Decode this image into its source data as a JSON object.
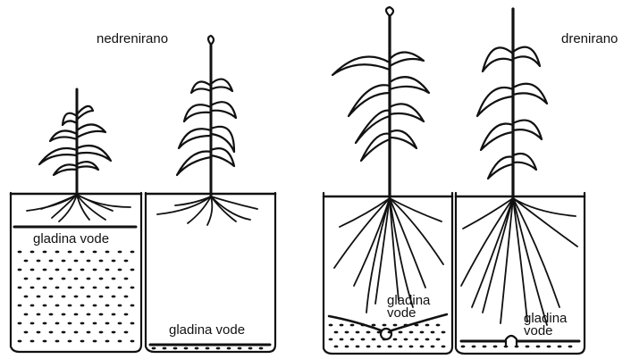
{
  "labels": {
    "undrained": "nedrenirano",
    "drained": "drenirano",
    "water_level": "gladina vode",
    "water_level_split": [
      "gladina",
      "vode"
    ]
  },
  "colors": {
    "ink": "#111111",
    "background": "#ffffff"
  }
}
